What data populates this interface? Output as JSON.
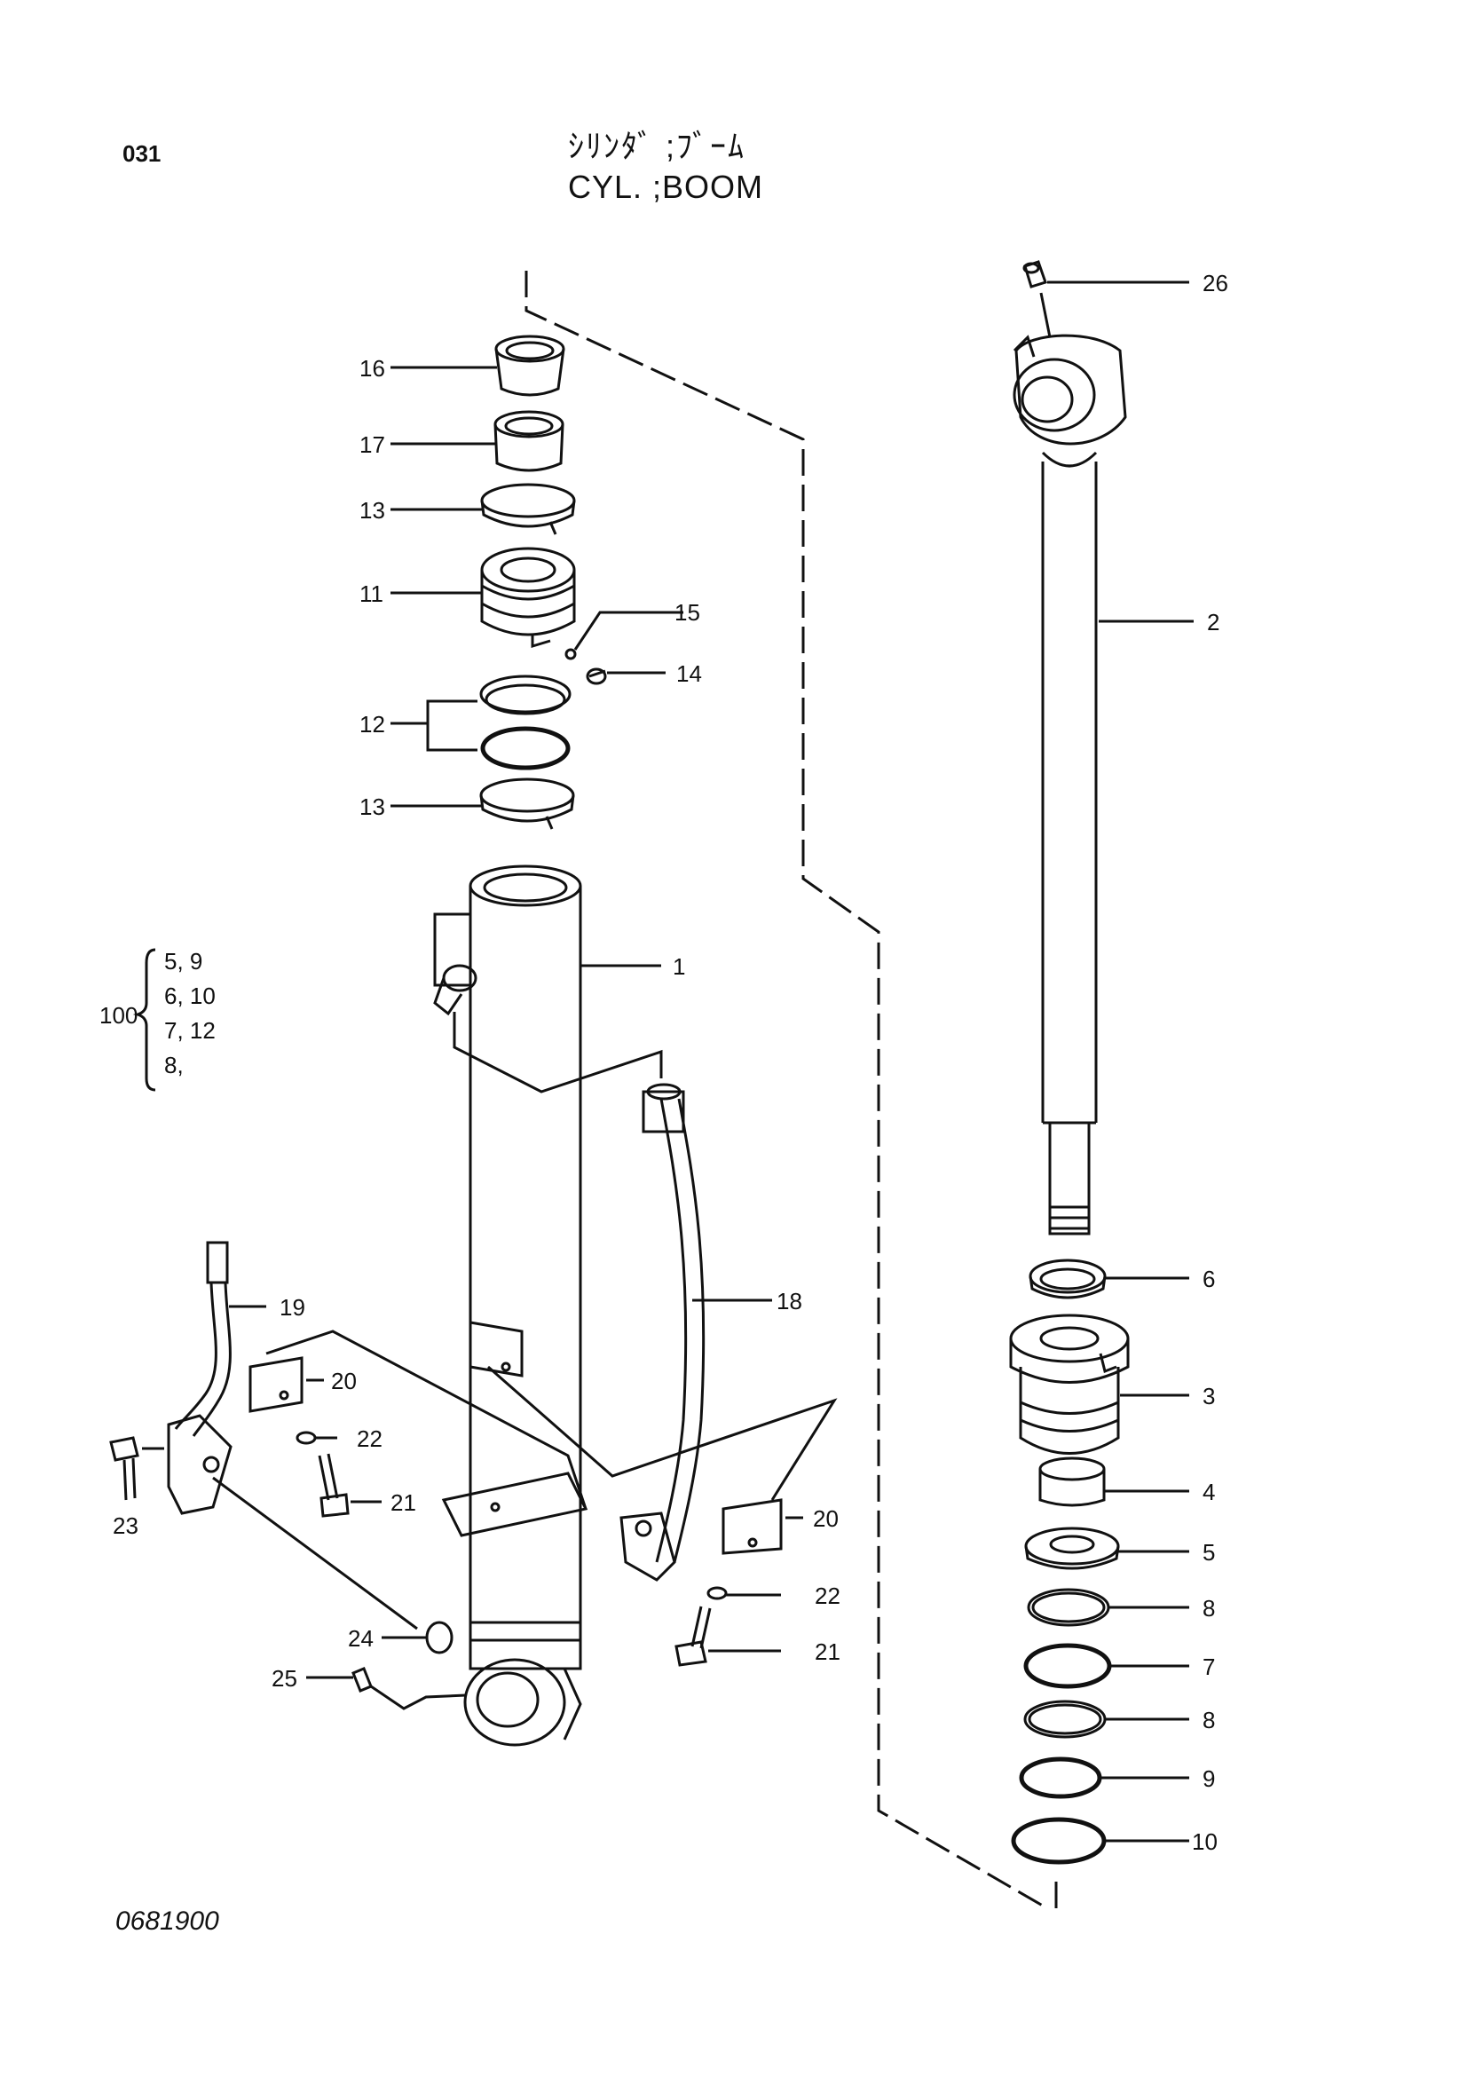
{
  "header": {
    "page_number": "031",
    "title_jp": "ｼﾘﾝﾀﾞ ;ﾌﾞｰﾑ",
    "title_en": "CYL. ;BOOM"
  },
  "footer": {
    "drawing_number": "0681900"
  },
  "kit": {
    "number": "100",
    "rows": [
      "5,  9",
      "6,  10",
      "7,  12",
      "8,"
    ]
  },
  "callouts": {
    "c1": "1",
    "c2": "2",
    "c3": "3",
    "c4": "4",
    "c5": "5",
    "c6": "6",
    "c7": "7",
    "c8a": "8",
    "c8b": "8",
    "c9": "9",
    "c10": "10",
    "c11": "11",
    "c12": "12",
    "c13a": "13",
    "c13b": "13",
    "c14": "14",
    "c15": "15",
    "c16": "16",
    "c17": "17",
    "c18": "18",
    "c19": "19",
    "c20a": "20",
    "c20b": "20",
    "c21a": "21",
    "c21b": "21",
    "c22a": "22",
    "c22b": "22",
    "c23": "23",
    "c24": "24",
    "c25": "25",
    "c26": "26"
  }
}
